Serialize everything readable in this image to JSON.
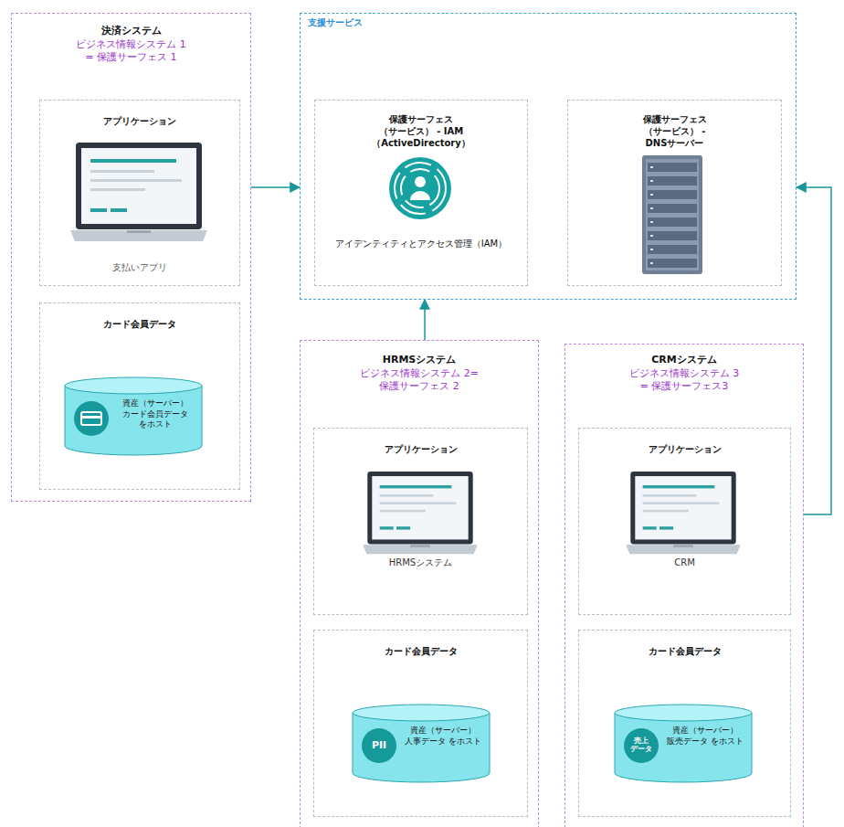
{
  "diagram": {
    "nodes": [
      {
        "text": [
          "決済システム",
          "ビジネス情報システム 1 = 保護サーフェス 1"
        ]
      },
      {
        "text": [
          "アプリケーション",
          "支払いアプリ"
        ],
        "in": 0
      },
      {
        "text": [
          "カード会員データ"
        ],
        "in": 0
      },
      {
        "text": [
          "資産（サーバー） カード会員データ をホスト"
        ],
        "in": 2
      },
      {
        "text": [
          "支援サービス"
        ]
      },
      {
        "text": [
          "保護サーフェス （サービス） - IAM（ActiveDirectory）",
          "アイデンティティとアクセス管理（IAM）"
        ],
        "in": 4
      },
      {
        "text": [
          "保護サーフェス （サービス） - DNSサーバー"
        ],
        "in": 4
      },
      {
        "text": [
          "HRMSシステム",
          "ビジネス情報システム 2= 保護サーフェス 2"
        ]
      },
      {
        "text": [
          "アプリケーション",
          "HRMSシステム"
        ],
        "in": 7
      },
      {
        "text": [
          "カード会員データ"
        ],
        "in": 7
      },
      {
        "text": [
          "PII",
          "資産（サーバー） 人事データ をホスト"
        ],
        "in": 9
      },
      {
        "text": [
          "CRMシステム",
          "ビジネス情報システム 3 = 保護サーフェス3"
        ]
      },
      {
        "text": [
          "アプリケーション",
          "CRM"
        ],
        "in": 11
      },
      {
        "text": [
          "カード会員データ"
        ],
        "in": 11
      },
      {
        "text": [
          "売上 データ",
          "資産（サーバー） 販売データ をホスト"
        ],
        "in": 13
      }
    ],
    "edges": [
      {
        "from": 0,
        "to": 4,
        "arrow": "to"
      },
      {
        "from": 7,
        "to": 4,
        "arrow": "to"
      },
      {
        "from": 11,
        "to": 4,
        "arrow": "to"
      }
    ]
  }
}
